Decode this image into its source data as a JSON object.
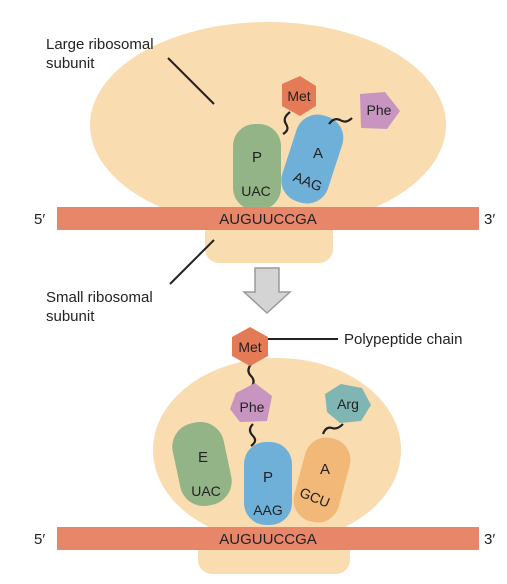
{
  "labels": {
    "large_subunit_line1": "Large ribosomal",
    "large_subunit_line2": "subunit",
    "small_subunit_line1": "Small ribosomal",
    "small_subunit_line2": "subunit",
    "polypeptide_chain": "Polypeptide chain"
  },
  "top_panel": {
    "mrna_five_prime": "5′",
    "mrna_three_prime": "3′",
    "mrna_sequence": "AUGUUCCGA",
    "trna_p_site_label": "P",
    "trna_p_anticodon": "UAC",
    "trna_a_site_label": "A",
    "trna_a_anticodon": "AAG",
    "amino_acid_met": "Met",
    "amino_acid_phe": "Phe"
  },
  "bottom_panel": {
    "mrna_five_prime": "5′",
    "mrna_three_prime": "3′",
    "mrna_sequence": "AUGUUCCGA",
    "trna_e_site_label": "E",
    "trna_e_anticodon": "UAC",
    "trna_p_site_label": "P",
    "trna_p_anticodon": "AAG",
    "trna_a_site_label": "A",
    "trna_a_anticodon": "GCU",
    "amino_acid_met": "Met",
    "amino_acid_phe": "Phe",
    "amino_acid_arg": "Arg"
  },
  "colors": {
    "ribosome": "#f9dcb0",
    "mrna": "#e8866a",
    "trna_green": "#93b486",
    "trna_blue": "#6fb0d8",
    "trna_orange": "#f2b878",
    "met": "#e57a56",
    "phe": "#c795c0",
    "arg": "#7fb6b4",
    "arrow": "#d4d4d4"
  }
}
